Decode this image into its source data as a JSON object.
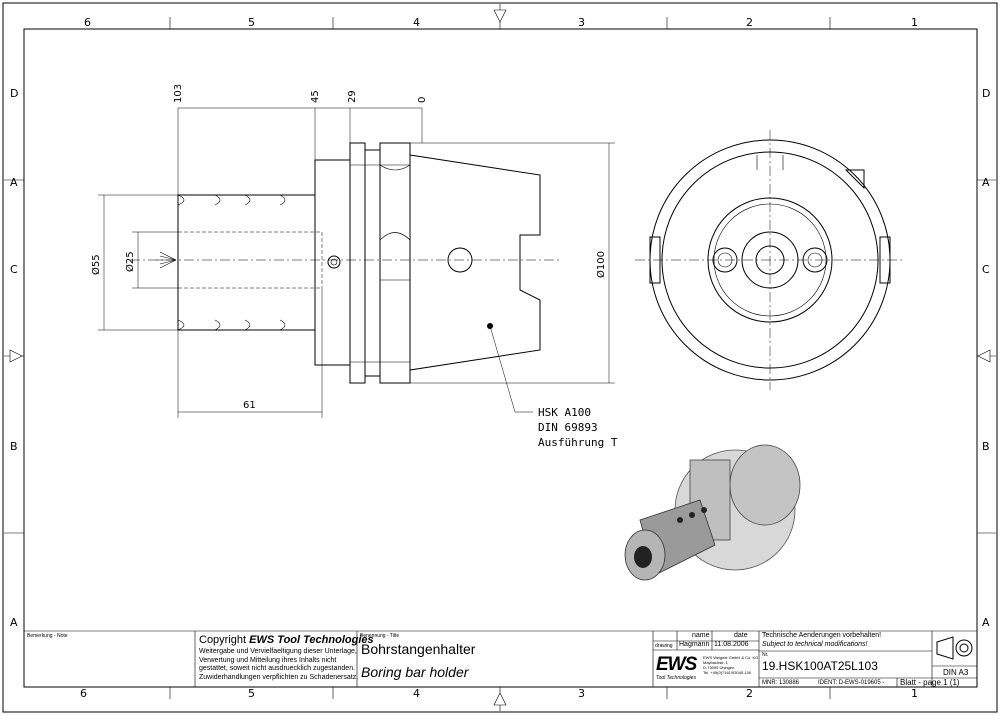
{
  "grid": {
    "columns_top": [
      "6",
      "5",
      "4",
      "3",
      "2",
      "1"
    ],
    "columns_bottom": [
      "6",
      "5",
      "4",
      "3",
      "2",
      "1"
    ],
    "rows_left": [
      "D",
      "A",
      "C",
      "B",
      "A"
    ],
    "rows_right": [
      "D",
      "A",
      "C",
      "B",
      "A"
    ]
  },
  "dimensions": {
    "d103": "103",
    "d45": "45",
    "d29": "29",
    "d0": "0",
    "d55": "Ø55",
    "d25": "Ø25",
    "d100": "Ø100",
    "d61": "61"
  },
  "annotation": {
    "line1": "HSK A100",
    "line2": "DIN 69893",
    "line3": "Ausführung T"
  },
  "title_block": {
    "remark_label": "Bemerkung - Note",
    "copyright_prefix": "Copyright ",
    "copyright_brand": "EWS Tool Technologies",
    "copyright_lines": [
      "Weitergabe und Vervielfaeltigung dieser Unterlage,",
      "Verwertung und Mitteilung ihres Inhalts nicht",
      "gestattet, soweit nicht ausdruecklich zugestanden.",
      "Zuwiderhandlungen verpflichten zu Schadenersatz."
    ],
    "title_label": "Benennung - Title",
    "title_de": "Bohrstangenhalter",
    "title_en": "Boring bar holder",
    "name_header": "name",
    "date_header": "date",
    "drawing_label": "drawing",
    "drawer_name": "Hagmann",
    "drawing_date": "11.08.2006",
    "logo_text": "EWS",
    "logo_sub": "Tool Technologies",
    "company_lines": [
      "EWS Weigele GmbH & Co. KG",
      "Maybachstr. 1",
      "D-73095 Uhingen",
      "Tel. +49(0)7161/93040-100"
    ],
    "change_notice_de": "Technische Aenderungen vorbehalten!",
    "change_notice_en": "Subject to technical modifications!",
    "nr_label": "Nr.",
    "drawing_number": "19.HSK100AT25L103",
    "mnr": "MNR: 130886",
    "ident": "IDENT: D-EWS-019605 -",
    "sheet": "Blatt - page 1 (1)",
    "format": "DIN A3"
  }
}
